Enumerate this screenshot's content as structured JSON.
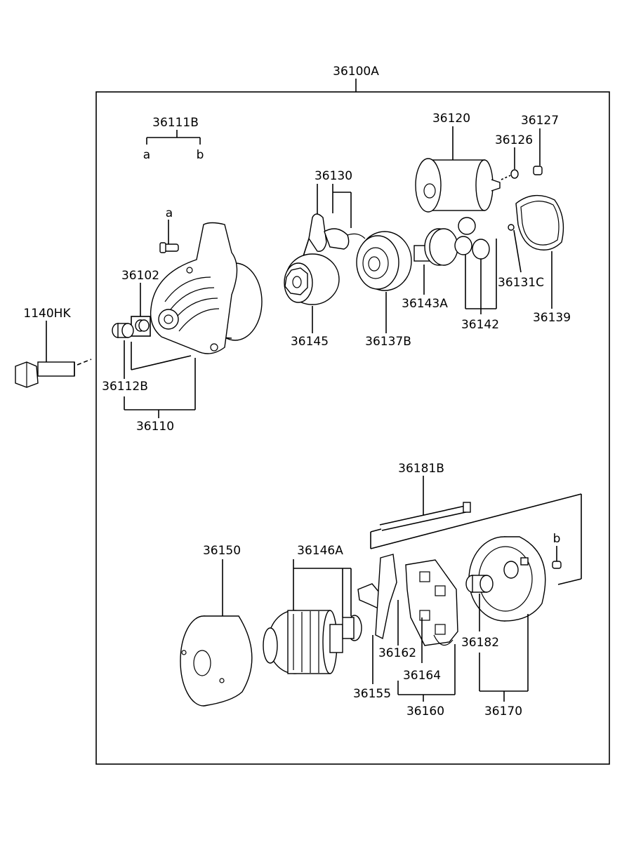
{
  "labels": {
    "assembly": "36100A",
    "bracket_kit": "36111B",
    "kit_a": "a",
    "kit_b": "b",
    "screw_a": "a",
    "housing_bushing": "36102",
    "bolt": "1140HK",
    "bushing": "36112B",
    "front_housing": "36110",
    "lever_set": "36130",
    "solenoid": "36120",
    "washer": "36126",
    "nut": "36127",
    "spring_washer": "36131C",
    "boot": "36139",
    "gear_shaft": "36143A",
    "planetary_gears": "36142",
    "pinion": "36145",
    "internal_gear": "36137B",
    "through_bolt": "36181B",
    "screw_b": "b",
    "yoke": "36150",
    "armature": "36146A",
    "plate": "36162",
    "brush_spring": "36164",
    "brush_lead": "36155",
    "brush_holder": "36160",
    "end_bushing": "36182",
    "end_frame": "36170"
  }
}
